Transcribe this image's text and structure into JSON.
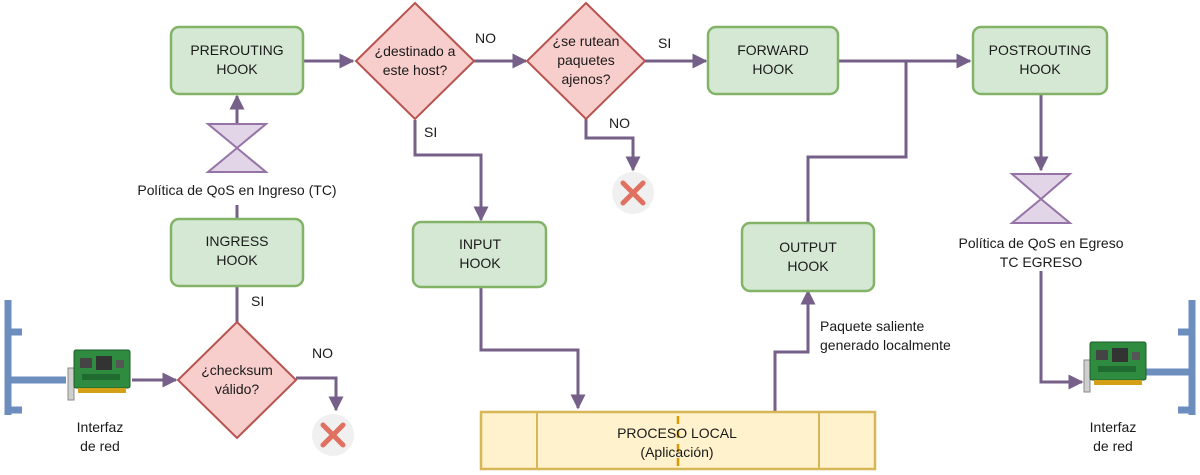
{
  "hooks": {
    "prerouting": [
      "PREROUTING",
      "HOOK"
    ],
    "forward": [
      "FORWARD",
      "HOOK"
    ],
    "postrouting": [
      "POSTROUTING",
      "HOOK"
    ],
    "ingress": [
      "INGRESS",
      "HOOK"
    ],
    "input": [
      "INPUT",
      "HOOK"
    ],
    "output": [
      "OUTPUT",
      "HOOK"
    ]
  },
  "decisions": {
    "destinado": [
      "¿destinado a",
      "este host?"
    ],
    "rutean": [
      "¿se rutean",
      "paquetes",
      "ajenos?"
    ],
    "checksum": [
      "¿checksum",
      "válido?"
    ]
  },
  "edge_labels": {
    "no_destinado": "NO",
    "si_rutean": "SI",
    "si_destinado": "SI",
    "no_rutean": "NO",
    "si_checksum": "SI",
    "no_checksum": "NO"
  },
  "qos": {
    "ingress": "Política de QoS en Ingreso (TC)",
    "egress": [
      "Política de QoS en Egreso",
      "TC EGRESO"
    ]
  },
  "process": {
    "title": "PROCESO LOCAL",
    "subtitle": "(Aplicación)"
  },
  "output_note": [
    "Paquete saliente",
    "generado localmente"
  ],
  "interfaces": {
    "left": [
      "Interfaz",
      "de red"
    ],
    "right": [
      "Interfaz",
      "de red"
    ]
  },
  "colors": {
    "hook_fill": "#d5e8d4",
    "hook_stroke": "#82b366",
    "decision_fill": "#f8cecc",
    "decision_stroke": "#b85450",
    "edge": "#76608a",
    "qos_fill": "#e1d5e7",
    "process_fill": "#fff2cc",
    "network_bus": "#6c8ebf"
  },
  "icons": [
    "drop-x-icon",
    "network-card-icon",
    "qos-hourglass-icon"
  ]
}
